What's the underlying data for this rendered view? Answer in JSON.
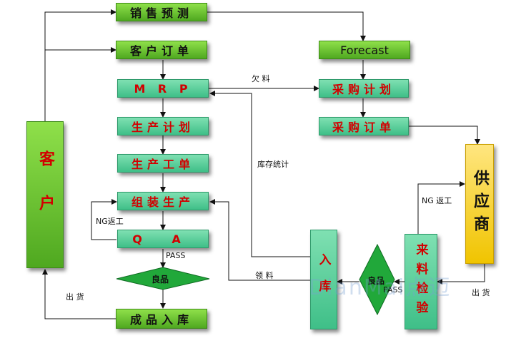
{
  "nodes": {
    "sales_forecast": "销售预测",
    "customer_order": "客户订单",
    "mrp": "M R P",
    "production_plan": "生产计划",
    "work_order": "生产工单",
    "assembly": "组装生产",
    "qa": "Q A",
    "good_product": "良品",
    "fg_stock_in": "成品入库",
    "customer": "客户",
    "forecast": "Forecast",
    "purchase_plan": "采购计划",
    "purchase_order": "采购订单",
    "supplier": "供应商",
    "incoming_inspection": "来料检验",
    "good_product_2": "良品",
    "stock_in": "入库"
  },
  "labels": {
    "shortage": "欠  料",
    "inventory_stats": "库存统计",
    "ng_rework_left": "NG返工",
    "pass_left": "PASS",
    "material_issue": "领  料",
    "ship_left": "出  货",
    "ng_rework_right": "NG  返工",
    "pass_right": "PASS",
    "ship_right": "出  货"
  },
  "watermark": "DianMai点迈"
}
